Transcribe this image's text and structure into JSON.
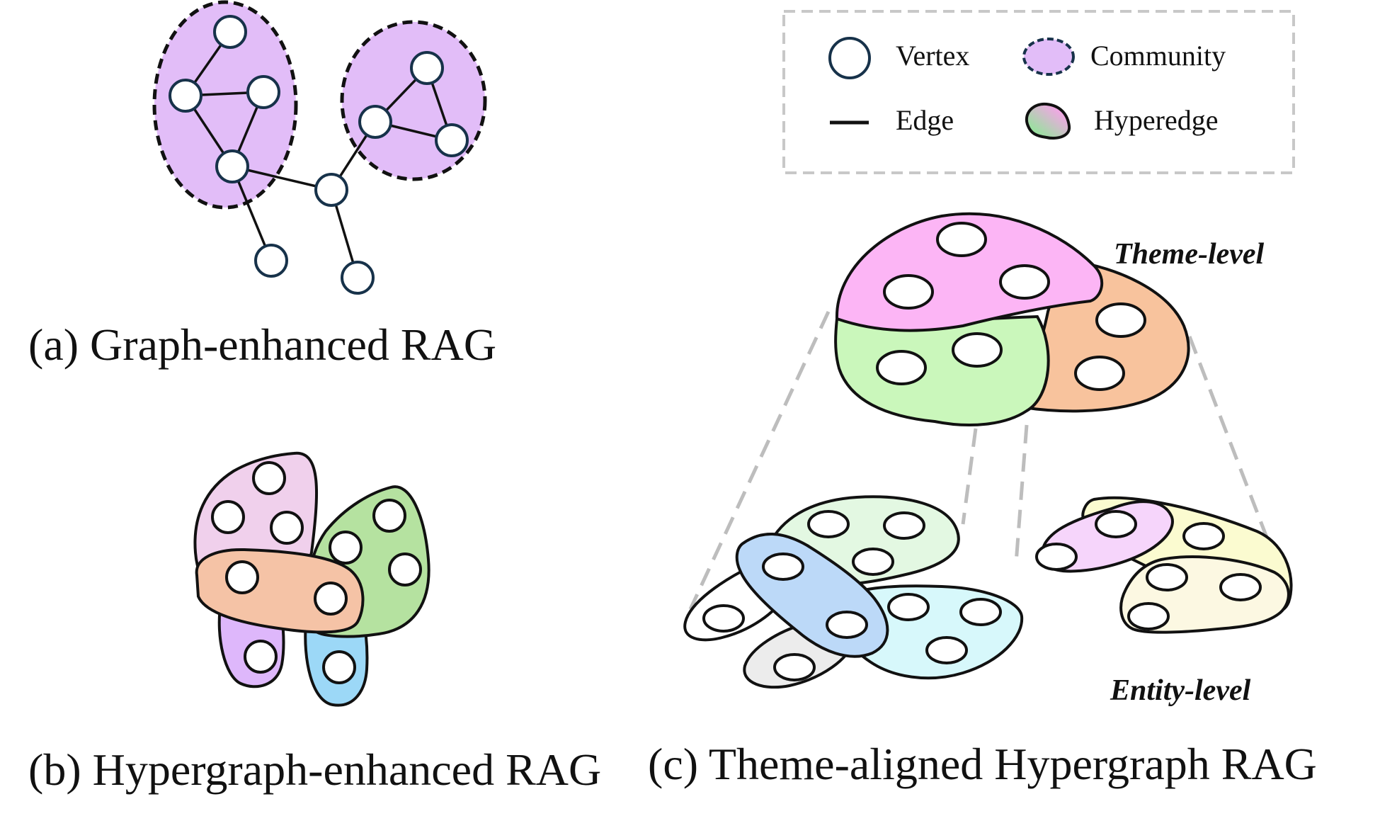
{
  "legend": {
    "vertex_label": "Vertex",
    "community_label": "Community",
    "edge_label": "Edge",
    "hyperedge_label": "Hyperedge"
  },
  "panels": {
    "a": {
      "caption": "(a) Graph-enhanced RAG"
    },
    "b": {
      "caption": "(b) Hypergraph-enhanced RAG"
    },
    "c": {
      "caption": "(c) Theme-aligned Hypergraph RAG",
      "theme_level": "Theme-level",
      "entity_level": "Entity-level"
    }
  },
  "colors": {
    "community": "#e2bdf8",
    "vertex_stroke": "#17324a",
    "pink": "#fcb5f5",
    "green": "#caf7bb",
    "orange": "#f8c39d",
    "connector": "#bdbdbd"
  }
}
